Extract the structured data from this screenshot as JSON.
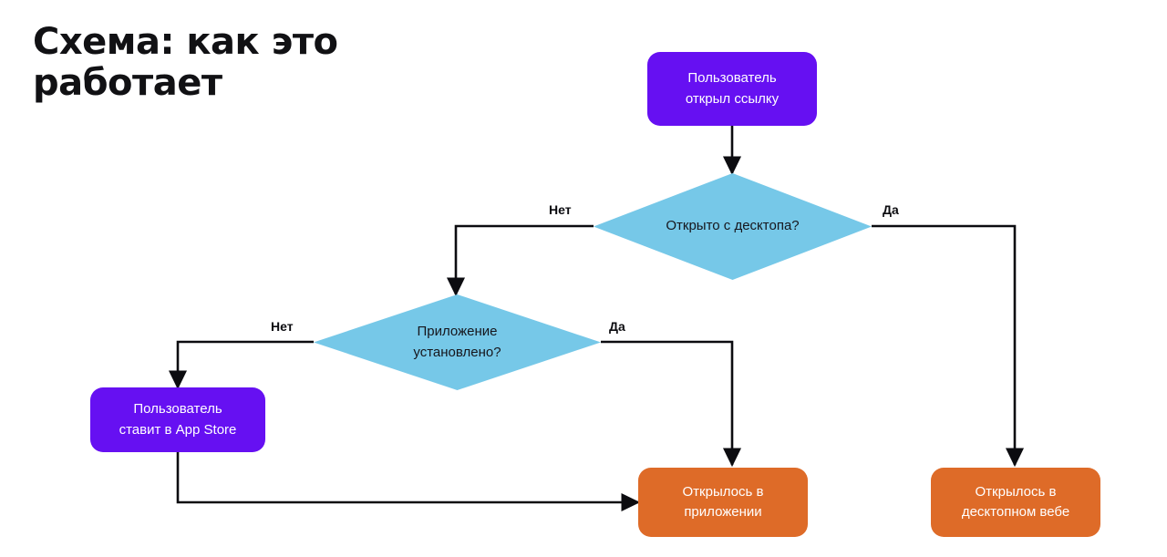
{
  "title": "Схема: как это\nработает",
  "palette": {
    "purple": "#6610f2",
    "orange": "#de6b28",
    "blue": "#76c8e8",
    "line": "#0c0c10",
    "text_dark": "#16161c",
    "text_light": "#ffffff",
    "background": "#ffffff"
  },
  "nodes": {
    "start": {
      "label": "Пользователь\nоткрыл ссылку",
      "shape": "rounded-rect",
      "color": "purple"
    },
    "decision_desktop": {
      "label": "Открыто с десктопа?",
      "shape": "diamond",
      "color": "blue"
    },
    "decision_installed": {
      "label": "Приложение\nустановлено?",
      "shape": "diamond",
      "color": "blue"
    },
    "appstore": {
      "label": "Пользователь\nставит в App Store",
      "shape": "rounded-rect",
      "color": "purple"
    },
    "opened_in_app": {
      "label": "Открылось в\nприложении",
      "shape": "rounded-rect",
      "color": "orange"
    },
    "opened_in_web": {
      "label": "Открылось в\nдесктопном вебе",
      "shape": "rounded-rect",
      "color": "orange"
    }
  },
  "edge_labels": {
    "desktop_no": "Нет",
    "desktop_yes": "Да",
    "installed_no": "Нет",
    "installed_yes": "Да"
  },
  "chart_data": {
    "type": "diagram",
    "diagram_type": "flowchart",
    "title": "Схема: как это работает",
    "orientation": "top-down",
    "nodes": [
      {
        "id": "start",
        "text": "Пользователь открыл ссылку",
        "shape": "rounded-rect",
        "color": "#6610f2"
      },
      {
        "id": "decision_desktop",
        "text": "Открыто с десктопа?",
        "shape": "diamond",
        "color": "#76c8e8"
      },
      {
        "id": "decision_installed",
        "text": "Приложение установлено?",
        "shape": "diamond",
        "color": "#76c8e8"
      },
      {
        "id": "appstore",
        "text": "Пользователь ставит в App Store",
        "shape": "rounded-rect",
        "color": "#6610f2"
      },
      {
        "id": "opened_in_app",
        "text": "Открылось в приложении",
        "shape": "rounded-rect",
        "color": "#de6b28"
      },
      {
        "id": "opened_in_web",
        "text": "Открылось в десктопном вебе",
        "shape": "rounded-rect",
        "color": "#de6b28"
      }
    ],
    "edges": [
      {
        "from": "start",
        "to": "decision_desktop",
        "label": ""
      },
      {
        "from": "decision_desktop",
        "to": "decision_installed",
        "label": "Нет"
      },
      {
        "from": "decision_desktop",
        "to": "opened_in_web",
        "label": "Да"
      },
      {
        "from": "decision_installed",
        "to": "appstore",
        "label": "Нет"
      },
      {
        "from": "decision_installed",
        "to": "opened_in_app",
        "label": "Да"
      },
      {
        "from": "appstore",
        "to": "opened_in_app",
        "label": ""
      }
    ]
  }
}
